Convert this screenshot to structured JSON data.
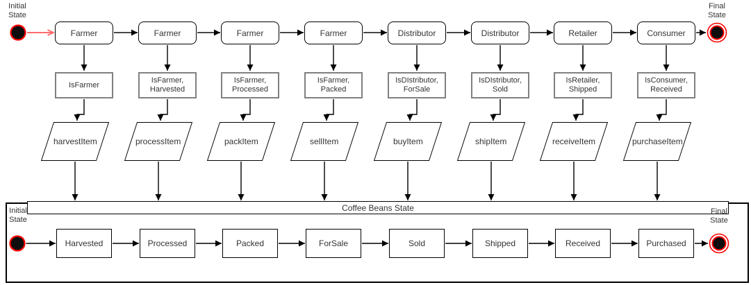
{
  "diagram_title": "Coffee Beans State",
  "labels": {
    "initial": [
      "Initial",
      "State"
    ],
    "final": [
      "Final",
      "State"
    ]
  },
  "container": {
    "title": "Coffee Beans State"
  },
  "columns": [
    {
      "actor": "Farmer",
      "condition": [
        "IsFarmer"
      ],
      "action": "harvestItem",
      "state": "Harvested"
    },
    {
      "actor": "Farmer",
      "condition": [
        "IsFarmer,",
        "Harvested"
      ],
      "action": "processItem",
      "state": "Processed"
    },
    {
      "actor": "Farmer",
      "condition": [
        "IsFarmer,",
        "Processed"
      ],
      "action": "packItem",
      "state": "Packed"
    },
    {
      "actor": "Farmer",
      "condition": [
        "IsFarmer,",
        "Packed"
      ],
      "action": "sellItem",
      "state": "ForSale"
    },
    {
      "actor": "Distributor",
      "condition": [
        "IsDIstributor,",
        "ForSale"
      ],
      "action": "buyItem",
      "state": "Sold"
    },
    {
      "actor": "Distributor",
      "condition": [
        "IsDIstributor,",
        "Sold"
      ],
      "action": "shipItem",
      "state": "Shipped"
    },
    {
      "actor": "Retailer",
      "condition": [
        "IsRetailer,",
        "Shipped"
      ],
      "action": "receiveItem",
      "state": "Received"
    },
    {
      "actor": "Consumer",
      "condition": [
        "IsConsumer,",
        "Received"
      ],
      "action": "purchaseItem",
      "state": "Purchased"
    }
  ],
  "colors": {
    "accent_red": "#ff0000",
    "arrow_red": "#ff6a6a",
    "arrow_gray": "#474747",
    "border_gray": "#808080"
  }
}
